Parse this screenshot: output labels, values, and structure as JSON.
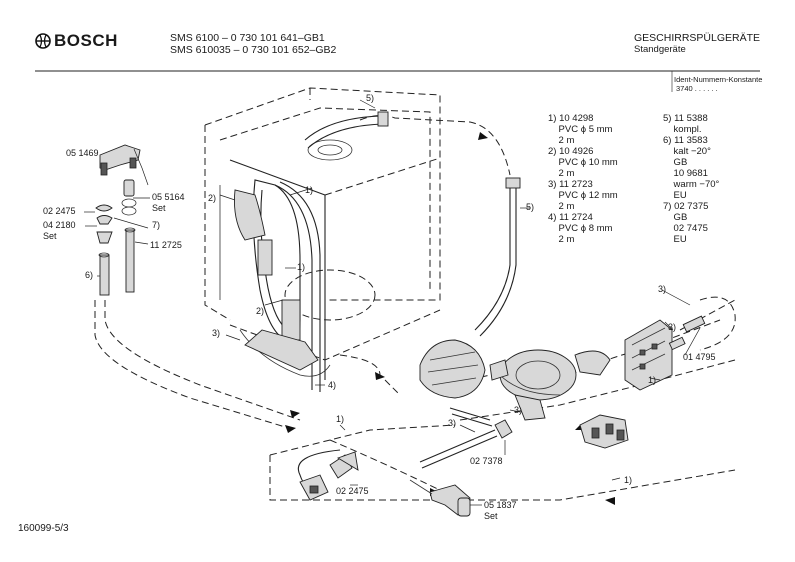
{
  "header": {
    "brand": "BOSCH",
    "model_line1": "SMS 6100    – 0 730 101 641–GB1",
    "model_line2": "SMS 610035 – 0 730 101 652–GB2",
    "category": "GESCHIRRSPÜLGERÄTE",
    "subcategory": "Standgeräte",
    "ident_label": "Ident-Nummern-Konstante",
    "ident_value": "3740  . .  . . . ."
  },
  "legend": {
    "col1": [
      "1) 10 4298",
      "    PVC ϕ 5 mm",
      "    2 m",
      "2) 10 4926",
      "    PVC ϕ 10 mm",
      "    2 m",
      "3) 11 2723",
      "    PVC ϕ 12 mm",
      "    2 m",
      "4) 11 2724",
      "    PVC ϕ 8 mm",
      "    2 m"
    ],
    "col2": [
      "5) 11 5388",
      "    kompl.",
      "6) 11 3583",
      "    kalt −20°",
      "    GB",
      "    10 9681",
      "    warm −70°",
      "    EU",
      "7) 02 7375",
      "    GB",
      "    02 7475",
      "    EU"
    ]
  },
  "parts": {
    "p051469": "05 1469",
    "p055164": "05 5164",
    "set_a": "Set",
    "p022475_top": "02 2475",
    "p042180": "04 2180",
    "set_b": "Set",
    "p112725": "11 2725",
    "p014795": "01 4795",
    "p027378": "02 7378",
    "p022475_bottom": "02 2475",
    "p051837": "05 1837",
    "set_c": "Set"
  },
  "callouts": {
    "c1a": "1)",
    "c2a": "2)",
    "c1b": "1)",
    "c2b": "2)",
    "c3a": "3)",
    "c4": "4)",
    "c5a": "5)",
    "c5b": "5)",
    "c6": "6)",
    "c7": "7)",
    "c3b": "3)",
    "c3c": "3)",
    "c3d": "3)",
    "c3e": "3)",
    "c1c": "1)",
    "c1d": "1)",
    "c1e": "1)"
  },
  "footer": {
    "code": "160099-5/3"
  }
}
